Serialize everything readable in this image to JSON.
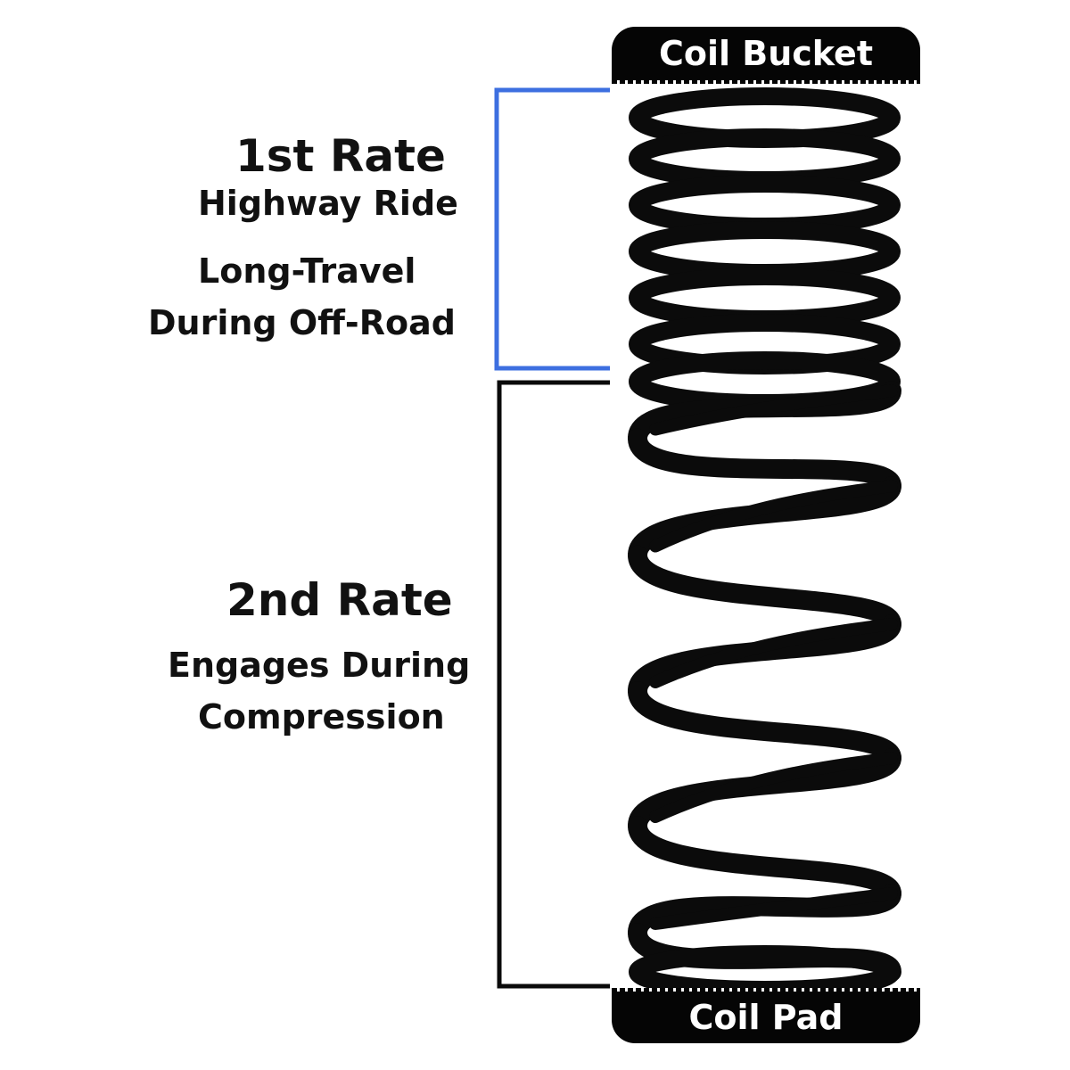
{
  "labels": {
    "coil_bucket": "Coil Bucket",
    "coil_pad": "Coil Pad",
    "first_rate": {
      "title": "1st Rate",
      "line1": "Highway Ride",
      "line2": "Long-Travel",
      "line3": "During Off-Road"
    },
    "second_rate": {
      "title": "2nd Rate",
      "line1": "Engages During",
      "line2": "Compression"
    }
  },
  "colors": {
    "first_rate_bracket": "#3d6fe0",
    "second_rate_bracket": "#0a0a0a",
    "spring": "#0b0b0b",
    "caps": "#050505",
    "text": "#111111"
  }
}
